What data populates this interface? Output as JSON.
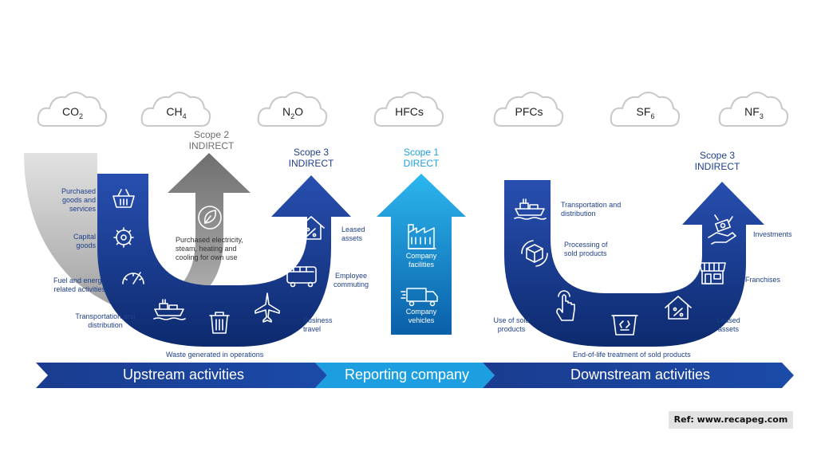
{
  "gases": [
    {
      "base": "CO",
      "sub": "2"
    },
    {
      "base": "CH",
      "sub": "4"
    },
    {
      "base": "N",
      "sub": "2",
      "suffix": "O"
    },
    {
      "base": "HFCs",
      "sub": ""
    },
    {
      "base": "PFCs",
      "sub": ""
    },
    {
      "base": "SF",
      "sub": "6"
    },
    {
      "base": "NF",
      "sub": "3"
    }
  ],
  "scopes": {
    "scope2": {
      "line1": "Scope 2",
      "line2": "INDIRECT"
    },
    "scope3_up": {
      "line1": "Scope 3",
      "line2": "INDIRECT"
    },
    "scope1": {
      "line1": "Scope 1",
      "line2": "DIRECT"
    },
    "scope3_down": {
      "line1": "Scope 3",
      "line2": "INDIRECT"
    }
  },
  "upstream_left": [
    "Purchased goods and services",
    "Capital goods",
    "Fuel and energy related activities",
    "Transportation and distribution"
  ],
  "scope2_text": "Purchased electricity, steam, heating and cooling for own use",
  "upstream_right": [
    "Leased assets",
    "Employee commuting",
    "Business travel"
  ],
  "waste_text": "Waste generated in operations",
  "company_items": [
    "Company facilities",
    "Company vehicles"
  ],
  "downstream_left": [
    "Transportation and distribution",
    "Processing of sold products",
    "Use of sold products"
  ],
  "downstream_right": [
    "Investments",
    "Franchises",
    "Leased assets"
  ],
  "eol_text": "End-of-life treatment of sold products",
  "bar": {
    "upstream": "Upstream activities",
    "reporting": "Reporting company",
    "downstream": "Downstream activities"
  },
  "ref": "Ref: www.recapeg.com",
  "colors": {
    "navy": "#1a3c8f",
    "navy_dark": "#0d2a6e",
    "light_blue": "#1ea0dd",
    "gray": "#8e8e8e",
    "light_gray": "#c9c9c9"
  },
  "icons": [
    "basket-icon",
    "gear-icon",
    "gauge-icon",
    "ship-icon",
    "trash-icon",
    "plane-icon",
    "bus-icon",
    "house-percent-icon",
    "leaf-bulb-icon",
    "factory-icon",
    "truck-icon",
    "recycle-bin-icon",
    "touch-hand-icon",
    "processing-box-icon",
    "store-icon",
    "money-hand-icon"
  ]
}
